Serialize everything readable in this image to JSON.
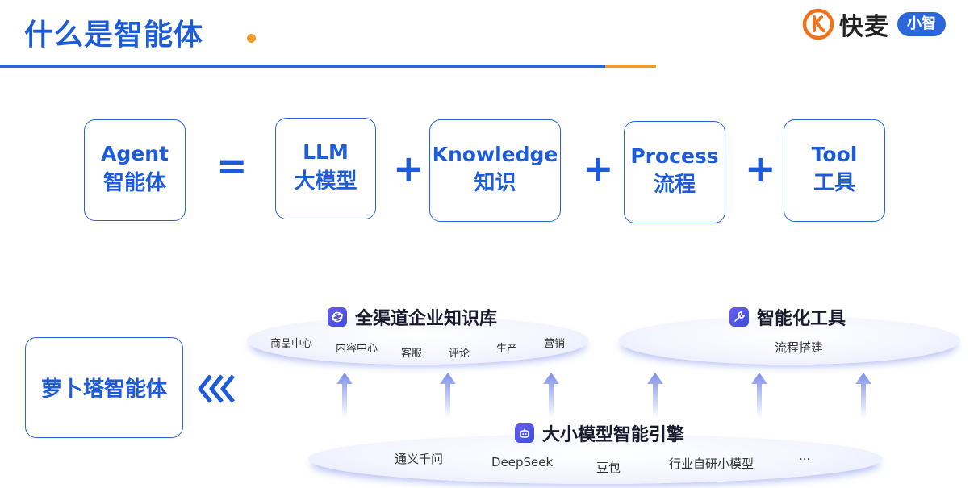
{
  "header": {
    "title": "什么是智能体",
    "brand": "快麦",
    "brand_badge": "小智"
  },
  "equation": {
    "result": {
      "en": "Agent",
      "zh": "智能体"
    },
    "equals": "=",
    "plus": "+",
    "terms": [
      {
        "en": "LLM",
        "zh": "大模型"
      },
      {
        "en": "Knowledge",
        "zh": "知识"
      },
      {
        "en": "Process",
        "zh": "流程"
      },
      {
        "en": "Tool",
        "zh": "工具"
      }
    ]
  },
  "bottom": {
    "agent_label": "萝卜塔智能体",
    "chevron": "«",
    "knowledge_base": {
      "title": "全渠道企业知识库",
      "items": [
        "商品中心",
        "内容中心",
        "客服",
        "评论",
        "生产",
        "营销"
      ]
    },
    "tools": {
      "title": "智能化工具",
      "items": [
        "流程搭建"
      ]
    },
    "engine": {
      "title": "大小模型智能引擎",
      "items": [
        "通义千问",
        "DeepSeek",
        "豆包",
        "行业自研小模型",
        "..."
      ]
    }
  },
  "colors": {
    "primary": "#1e5bd8",
    "accent": "#f39a2f",
    "logo": "#f2721c"
  }
}
